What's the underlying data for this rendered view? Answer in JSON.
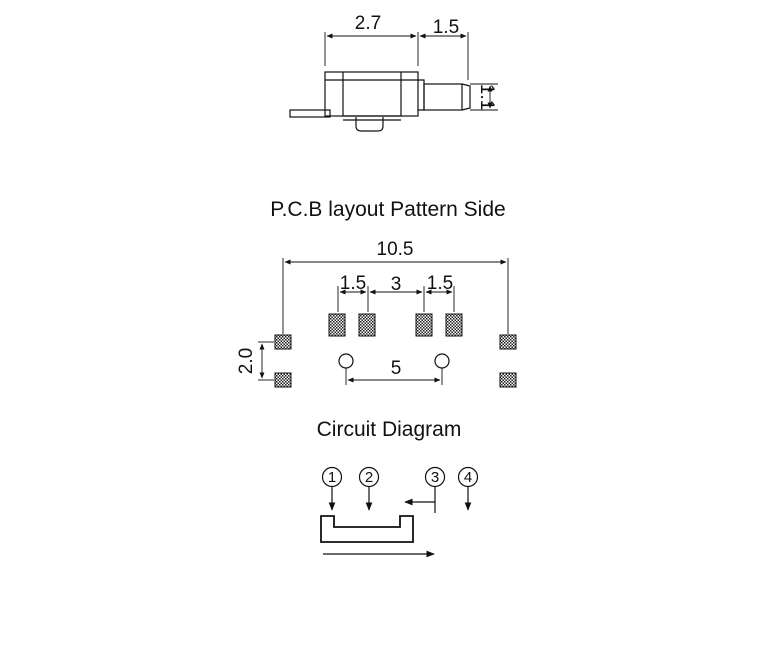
{
  "side_view": {
    "dim_body_width": "2.7",
    "dim_actuator_length": "1.5",
    "dim_actuator_height": "1.1"
  },
  "pcb_layout": {
    "title": "P.C.B layout Pattern Side",
    "dim_overall": "10.5",
    "dim_pad_left": "1.5",
    "dim_pad_gap": "3",
    "dim_pad_right": "1.5",
    "dim_hole_pitch": "5",
    "dim_vertical": "2.0"
  },
  "circuit": {
    "title": "Circuit Diagram",
    "pins": [
      "1",
      "2",
      "3",
      "4"
    ]
  }
}
